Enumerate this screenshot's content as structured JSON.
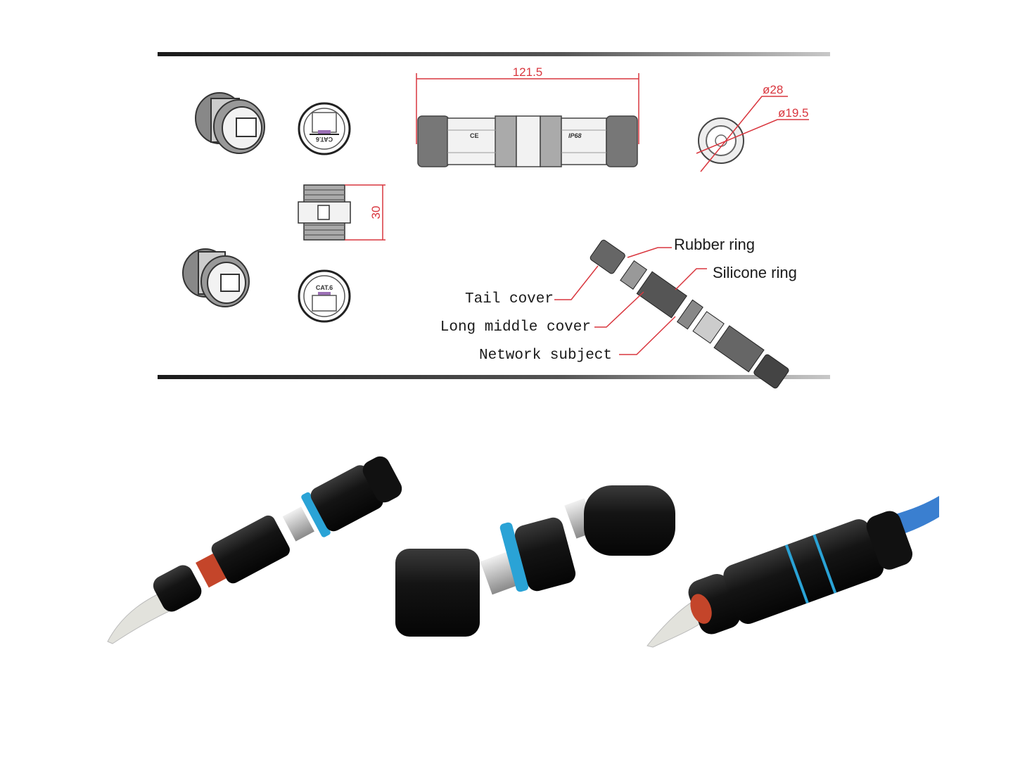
{
  "drawing": {
    "length_dim": "121.5",
    "height_dim": "30",
    "outer_diameter": "ø28",
    "inner_diameter": "ø19.5",
    "body_marks": [
      "CE",
      "IP68"
    ],
    "port_label_top": "CAT.6",
    "port_label_bottom": "CAT.6"
  },
  "parts": {
    "rubber_ring": "Rubber ring",
    "silicone_ring": "Silicone ring",
    "tail_cover": "Tail cover",
    "long_middle_cover": "Long middle cover",
    "network_subject": "Network subject"
  },
  "colors": {
    "dimension": "#d9363e",
    "seal_ring": "#2aa3d6",
    "cable_grey": "#e2e2dc",
    "cable_blue": "#3a7fd0"
  }
}
